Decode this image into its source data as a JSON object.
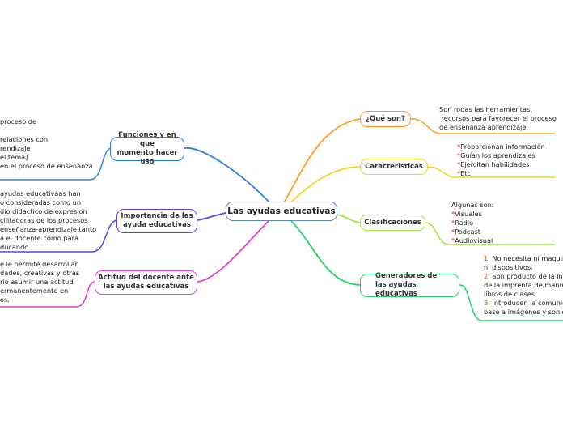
{
  "central": "Las ayudas educativas",
  "colors": {
    "que_son": "#ff9b21",
    "caracteristicas": "#f2d624",
    "clasificaciones": "#a4e53a",
    "generadores": "#1cd46a",
    "funciones": "#2e7fe0",
    "importancia": "#6a3fe0",
    "actitud": "#e83ad4",
    "central": "#5a87c0",
    "bullet": "#e0202a"
  },
  "right": {
    "que_son": {
      "label": "¿Qué son?",
      "lines": [
        "Son rodas las herramientas,",
        " recursos para favorecer el proceso",
        "de enseñanza aprendizaje."
      ]
    },
    "caracteristicas": {
      "label": "Caracteristicas",
      "items": [
        "Proporcionan información",
        "Guían los aprendizajes",
        "Ejercitan habilidades",
        "Etc"
      ]
    },
    "clasificaciones": {
      "label": "Clasificaciones",
      "intro": "Algunas son:",
      "items": [
        "Visuales",
        "Radio",
        "Podcast",
        "Audiovisual"
      ]
    },
    "generadores": {
      "label": "Generadores de\nlas ayudas educativas",
      "lines": [
        {
          "num": "1.",
          "text": " No necesita ni maquina"
        },
        {
          "num": "",
          "text": "ni dispositivos."
        },
        {
          "num": "2.",
          "text": " Son producto de la intr"
        },
        {
          "num": "",
          "text": "de la imprenta de manual"
        },
        {
          "num": "",
          "text": "libros de clases"
        },
        {
          "num": "3.",
          "text": " Introducen  la comunica"
        },
        {
          "num": "",
          "text": "base a imágenes y sonido"
        }
      ]
    }
  },
  "left": {
    "funciones": {
      "label": "Funciones y en que\nmomento hacer uso",
      "lines": [
        "proceso de",
        "",
        "relaciones con",
        "rendizaje",
        "el tema]",
        "en el proceso de enseñanza"
      ]
    },
    "importancia": {
      "label": "Importancia de las\nayuda educativas",
      "lines": [
        "ayudas educativaas han",
        "o consideradas como un",
        "dio didactico de expresion",
        "cilitadoras de los procesos",
        "enseñanza-aprendizaje tanto",
        "a el docente como para",
        "ducando"
      ]
    },
    "actitud": {
      "label": "Actitud del docente ante\nlas ayudas educativas",
      "lines": [
        "e le permite desarrollar",
        "dades, creativas y otras",
        "rio asumir una actitud",
        "ermanentemente en",
        "os."
      ]
    }
  }
}
